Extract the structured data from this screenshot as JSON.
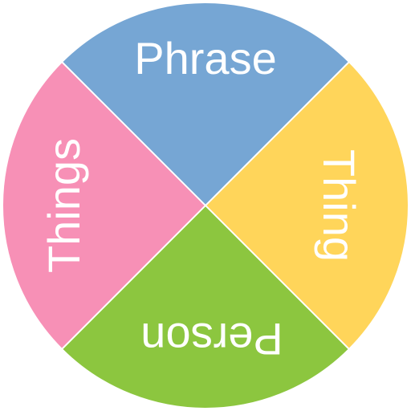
{
  "wheel": {
    "segments": [
      {
        "id": "top",
        "label": "Phrase",
        "color": "#76A6D4"
      },
      {
        "id": "right",
        "label": "Thing",
        "color": "#FFD55A"
      },
      {
        "id": "bottom",
        "label": "Person",
        "color": "#8CC63F"
      },
      {
        "id": "left",
        "label": "Things",
        "color": "#F790B6"
      }
    ],
    "divider_color": "#ffffff"
  }
}
